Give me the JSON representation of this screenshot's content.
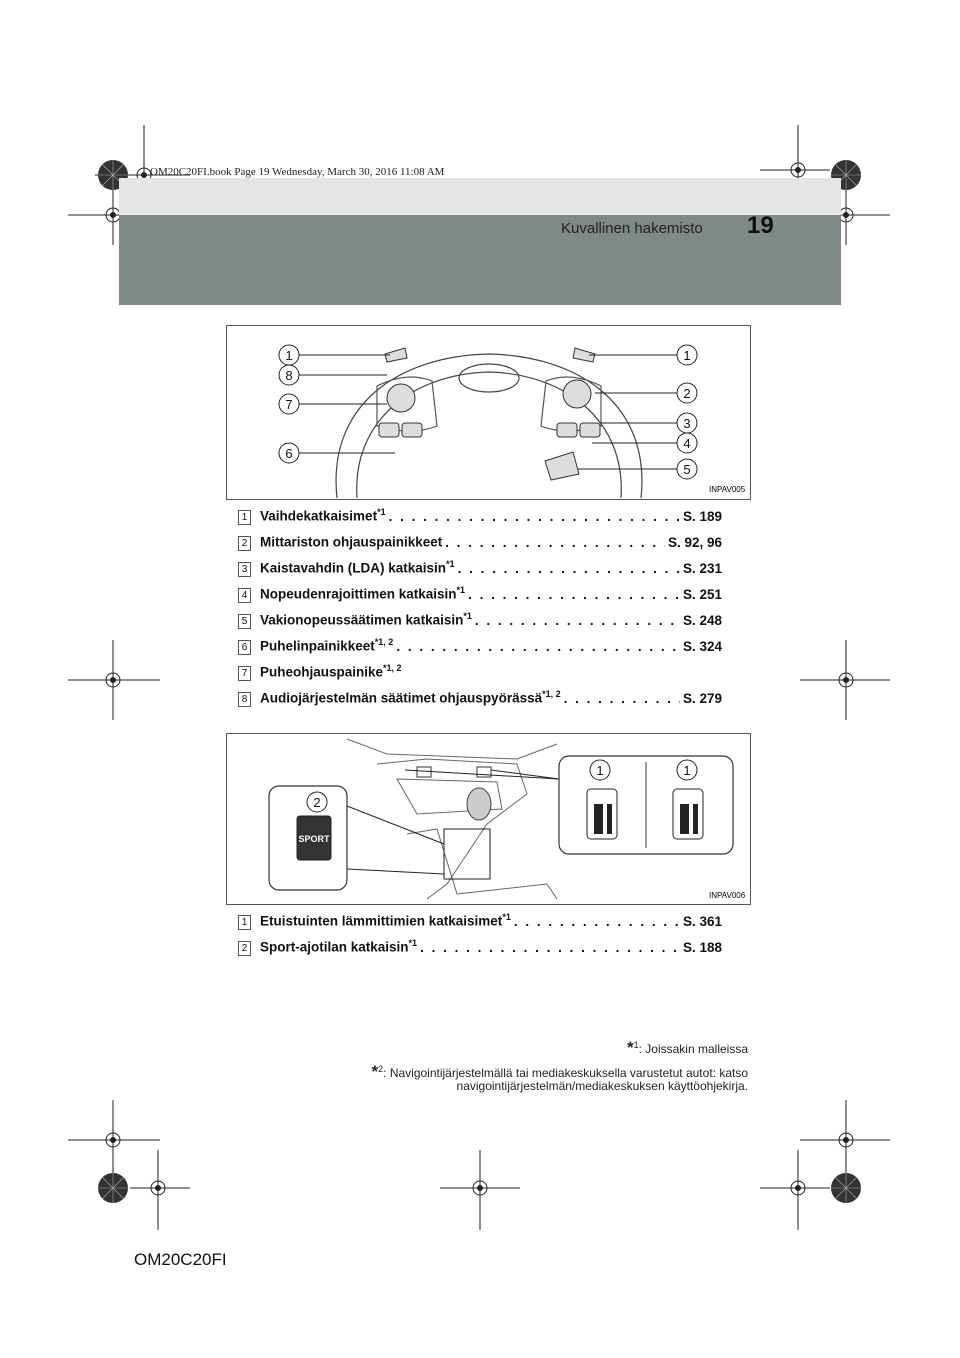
{
  "print_line": "OM20C20FI.book  Page 19  Wednesday, March 30, 2016  11:08 AM",
  "header": {
    "page_number": "19",
    "section_title": "Kuvallinen hakemisto"
  },
  "figure1": {
    "code": "INPAV005",
    "callouts_left": [
      "1",
      "8",
      "7",
      "6"
    ],
    "callouts_right": [
      "1",
      "2",
      "3",
      "4",
      "5"
    ],
    "items": [
      {
        "num": "1",
        "label": "Vaihdekatkaisimet",
        "sup": "*1",
        "page": "S. 189"
      },
      {
        "num": "2",
        "label": "Mittariston ohjauspainikkeet",
        "sup": "",
        "page": "S. 92, 96"
      },
      {
        "num": "3",
        "label": "Kaistavahdin (LDA) katkaisin",
        "sup": "*1",
        "page": "S. 231"
      },
      {
        "num": "4",
        "label": "Nopeudenrajoittimen katkaisin",
        "sup": "*1",
        "page": "S. 251"
      },
      {
        "num": "5",
        "label": "Vakionopeussäätimen katkaisin",
        "sup": "*1",
        "page": "S. 248"
      },
      {
        "num": "6",
        "label": "Puhelinpainikkeet",
        "sup": "*1, 2",
        "page": "S. 324"
      },
      {
        "num": "7",
        "label": "Puheohjauspainike",
        "sup": "*1, 2",
        "page": ""
      },
      {
        "num": "8",
        "label": "Audiojärjestelmän säätimet ohjauspyörässä",
        "sup": "*1, 2",
        "page": "S. 279"
      }
    ]
  },
  "figure2": {
    "code": "INPAV006",
    "callout_sport": "2",
    "callouts_heater": [
      "1",
      "1"
    ],
    "sport_label": "SPORT",
    "items": [
      {
        "num": "1",
        "label": "Etuistuinten lämmittimien katkaisimet",
        "sup": "*1",
        "page": "S. 361"
      },
      {
        "num": "2",
        "label": "Sport-ajotilan katkaisin",
        "sup": "*1",
        "page": "S. 188"
      }
    ]
  },
  "footnotes": [
    {
      "mark": "*",
      "sup": "1",
      "text": ": Joissakin malleissa"
    },
    {
      "mark": "*",
      "sup": "2",
      "text": ": Navigointijärjestelmällä tai mediakeskuksella varustetut autot: katso"
    }
  ],
  "footnote_continuation": "navigointijärjestelmän/mediakeskuksen käyttöohjekirja.",
  "doc_code": "OM20C20FI",
  "colors": {
    "header_band": "#7f8a86",
    "header_top": "#e4e6e4"
  }
}
